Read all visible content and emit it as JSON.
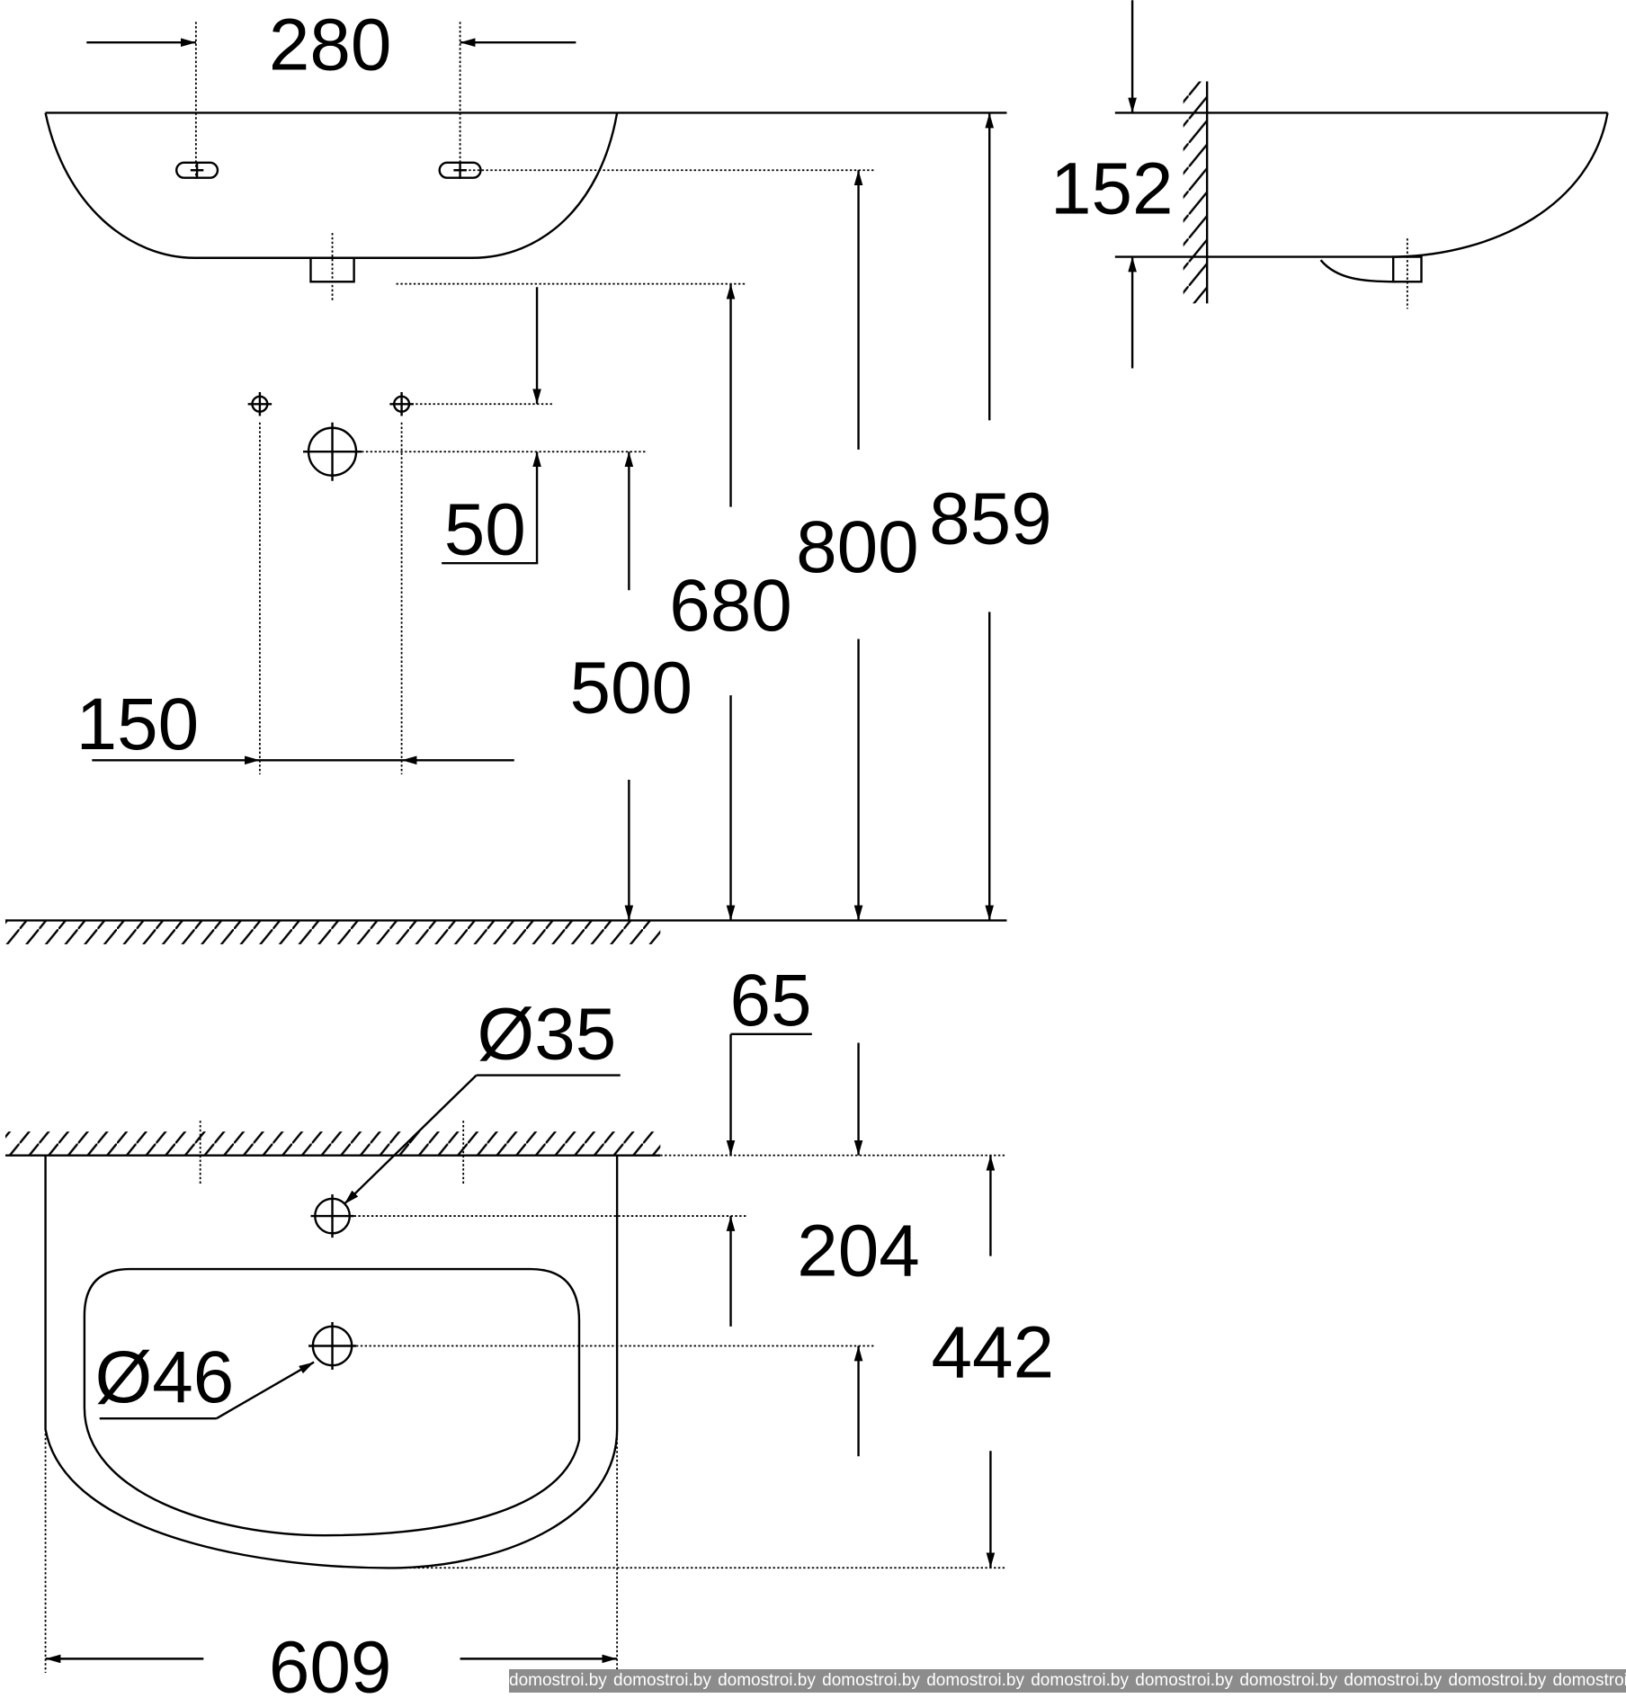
{
  "dimensions": {
    "tap_spacing": "280",
    "wall_depth": "152",
    "tap_height": "800",
    "total_height": "859",
    "basin_bottom_height": "680",
    "offset_50": "50",
    "drain_height": "500",
    "fixing_spacing": "150",
    "tap_hole_diameter": "Ø35",
    "tap_offset": "65",
    "drain_offset": "204",
    "depth": "442",
    "drain_diameter": "Ø46",
    "width": "609"
  },
  "watermark": {
    "text": "domostroi.by",
    "repeat": 11
  }
}
